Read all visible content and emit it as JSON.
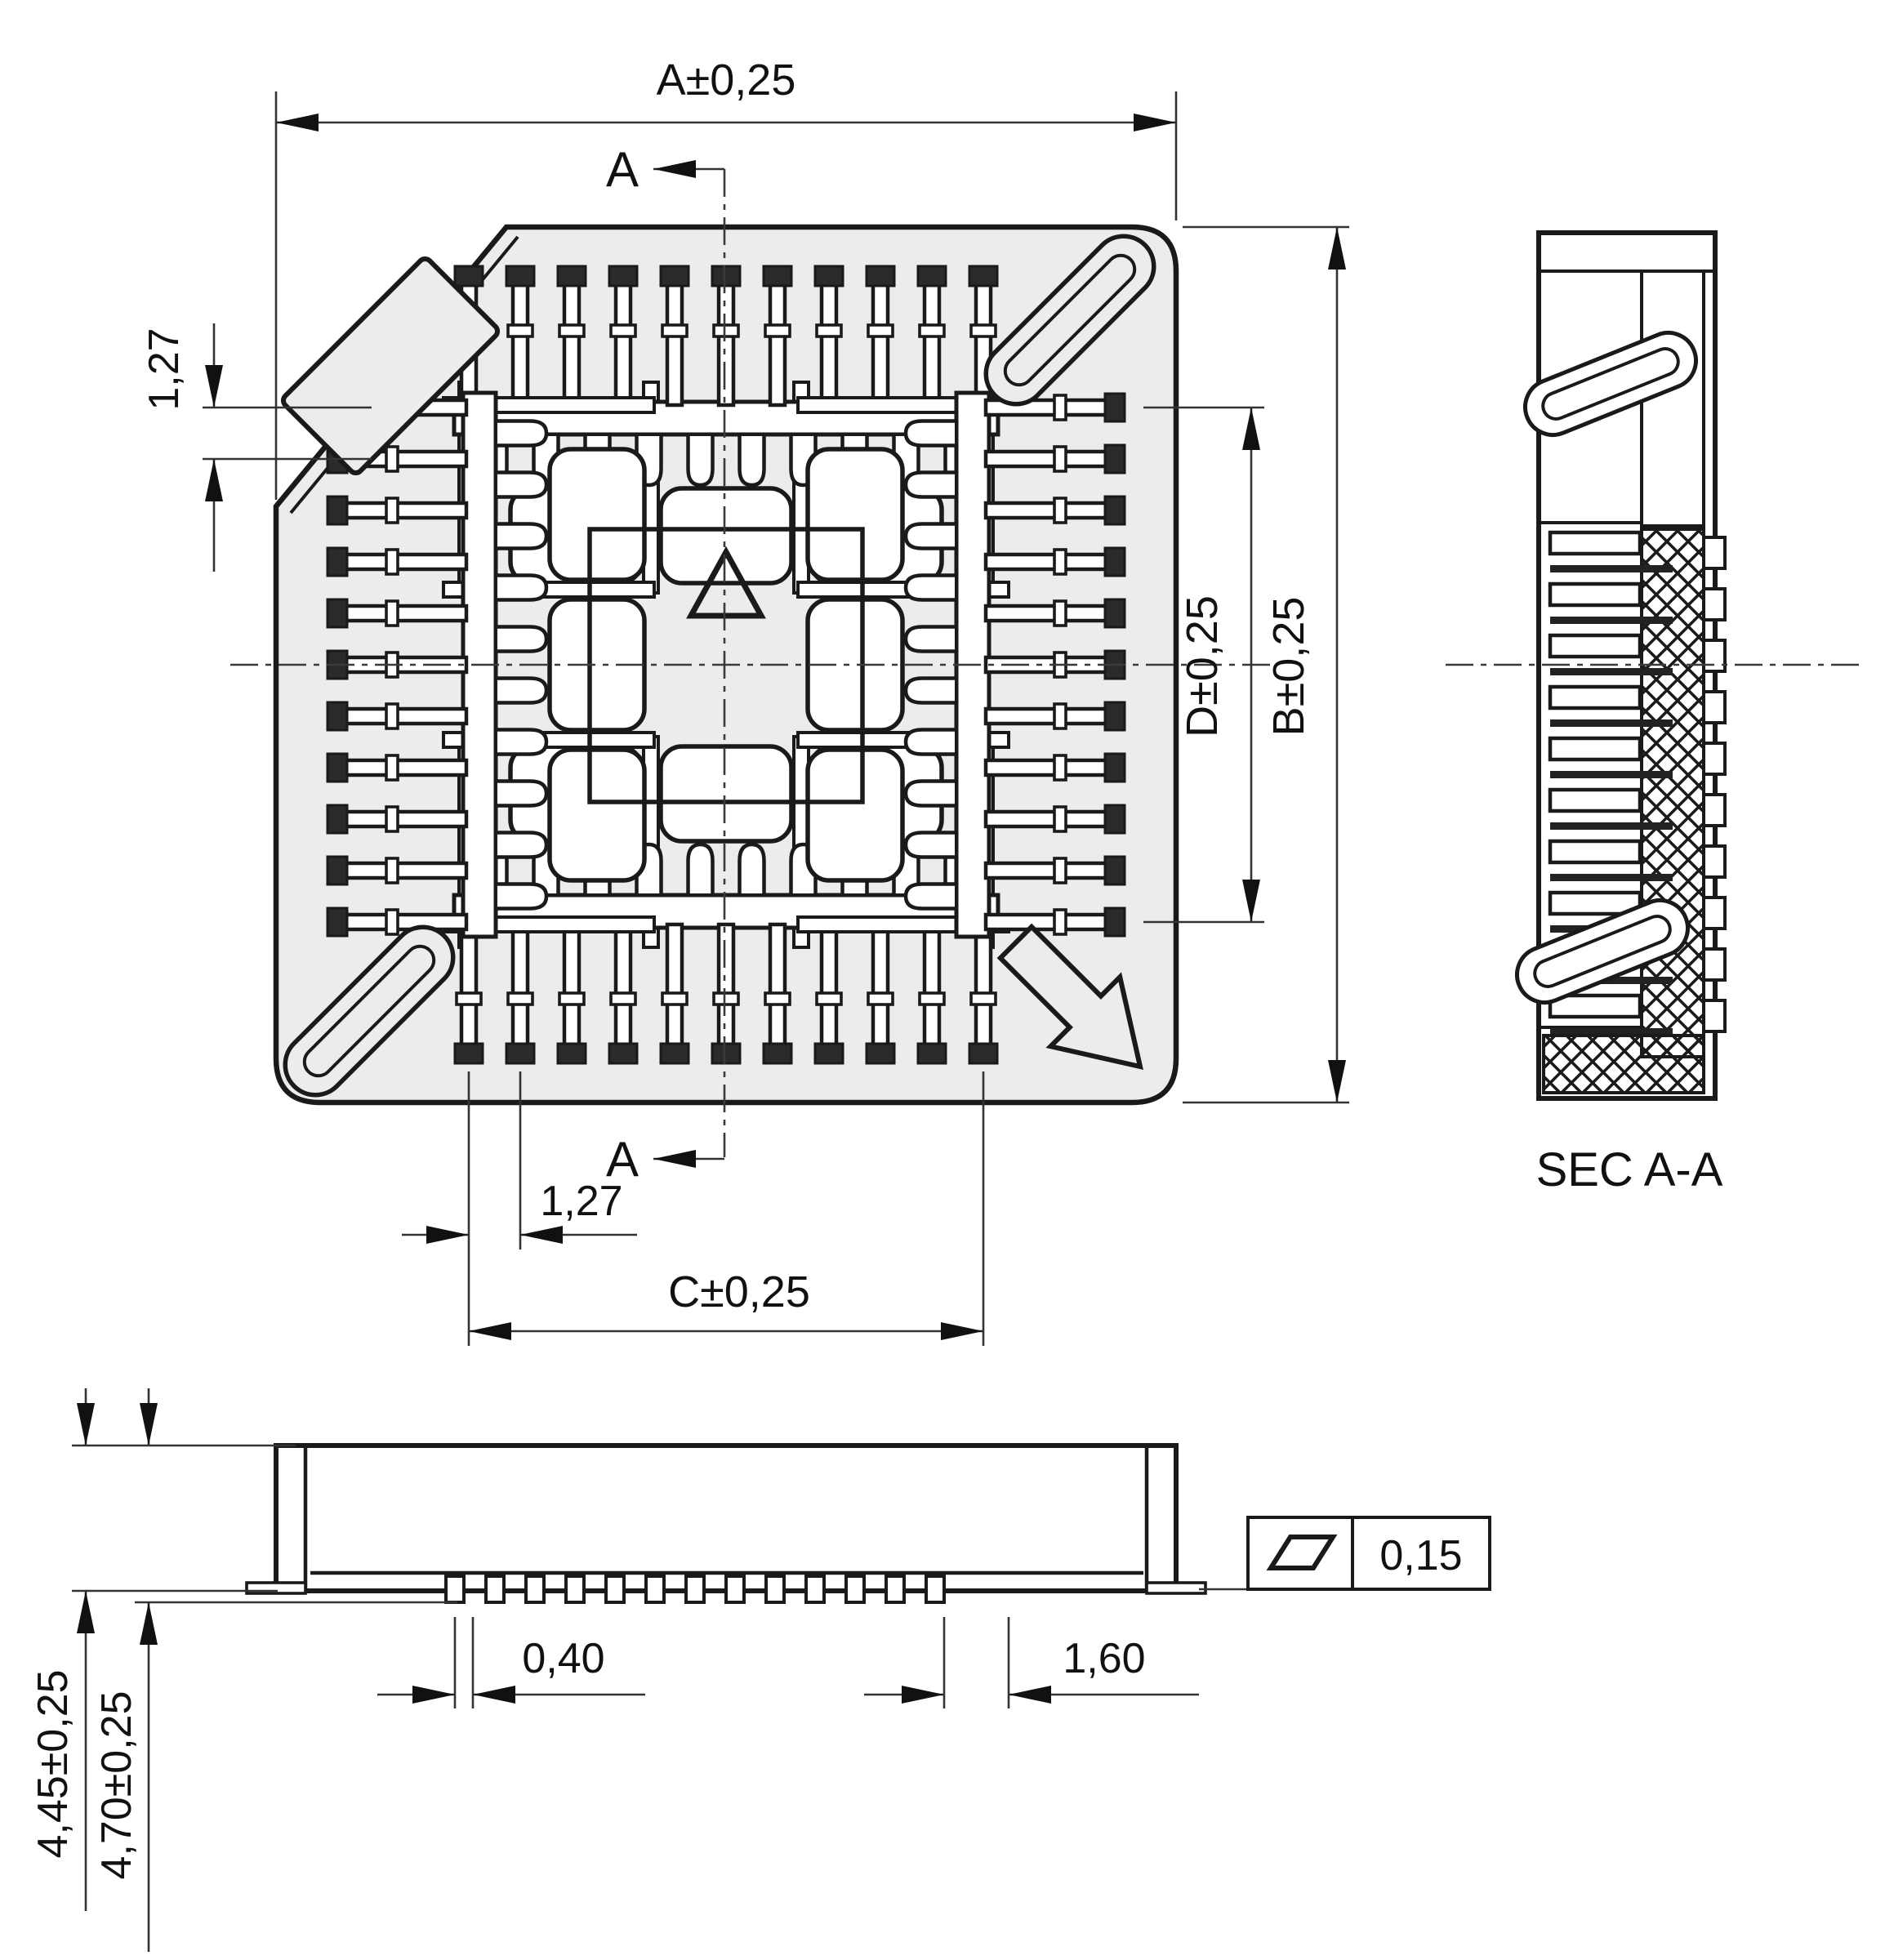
{
  "colors": {
    "background": "#ffffff",
    "line": "#1a1a1a",
    "body_fill": "#ececec",
    "pin_cap_fill": "#2b2b2b"
  },
  "top_view": {
    "dim_width_label": "A±0,25",
    "section_marker_top": "A",
    "section_marker_bottom": "A",
    "pin_pitch_left": "1,27",
    "pin_pitch_bottom": "1,27",
    "dim_contact_span": "C±0,25",
    "dim_inner_span": "D±0,25",
    "dim_body_span": "B±0,25"
  },
  "section_view": {
    "label": "SEC A-A"
  },
  "front_view": {
    "dim_body_height": "4,45±0,25",
    "dim_total_height": "4,70±0,25",
    "dim_lead_width": "0,40",
    "dim_corner_standoff": "1,60",
    "flatness_value": "0,15",
    "flatness_symbol_icon": "parallelogram-flatness-icon"
  }
}
